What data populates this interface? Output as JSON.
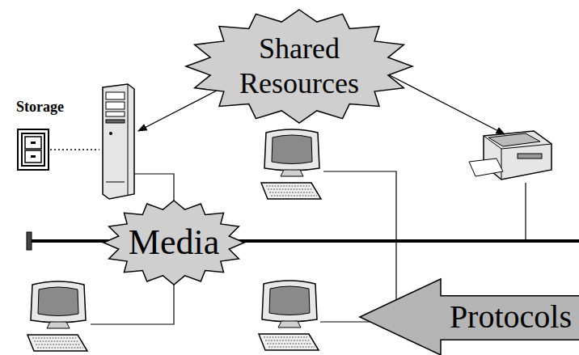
{
  "diagram": {
    "nodes": [
      {
        "text": [
          "Shared Resources"
        ]
      },
      {
        "text": [
          "Media"
        ]
      },
      {
        "text": [
          "Protocols"
        ]
      }
    ],
    "labels": [
      "Storage"
    ]
  }
}
